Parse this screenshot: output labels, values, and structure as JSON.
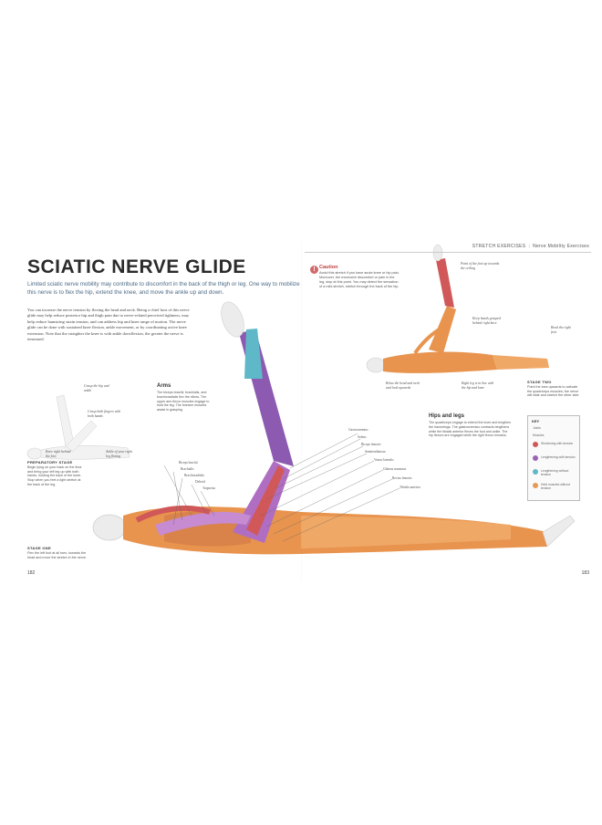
{
  "header": {
    "section": "STRETCH EXERCISES",
    "subsection": "Nerve Mobility Exercises"
  },
  "title": "SCIATIC NERVE GLIDE",
  "intro": "Limited sciatic nerve mobility may contribute to discomfort in the back of the thigh or leg. One way to mobilize this nerve is to flex the hip, extend the knee, and move the ankle up and down.",
  "body": "You can increase the nerve tension by flexing the head and neck. Being a chief host of this nerve glide may help reduce posterior hip and thigh pain due to nerve-related perceived tightness, may help reduce hamstring strain tension, and can address hip and knee range of motion. The nerve glide can be done with sustained knee flexion, ankle movement, or by coordinating active knee extension. Note that the straighter the knee is with ankle dorsiflexion, the greater the nerve is tensioned.",
  "caution": {
    "title": "Caution",
    "text": "Avoid this stretch if you have acute knee or hip pain. Moreover, the excessive discomfort or pain in the leg, stop at this point. You may detect the sensation of a mild stretch, stretch through the back of the hip."
  },
  "notes": {
    "top_right_1": "Point of the foot up towards the ceiling",
    "top_right_2": "Keep hands grasped behind right knee",
    "top_right_3": "Bend the right foot",
    "bottom_right_1": "Relax the head and neck and look upwards",
    "bottom_right_2": "Right leg is in line with the hip and knee",
    "left_1": "Grasp the hip and ankle",
    "left_2": "Grasp both fingers with both hands",
    "left_3": "Knee right behind the foot",
    "left_4": "Ankle of your right leg flexing"
  },
  "stage_two": {
    "title": "STAGE TWO",
    "text": "Point the toes upwards to activate the quadriceps muscles; the nerve will slide and stretch the other side."
  },
  "prep_stage": {
    "title": "PREPARATORY STAGE",
    "text": "Begin lying on your back on the floor and bring your left leg up with both hands, holding the back of the knee. Stop when you feel a light stretch at the back of the leg."
  },
  "stage_one": {
    "title": "STAGE ONE",
    "text": "Flex the left foot at all toes, towards the head and move the stretch in the nerve."
  },
  "arms": {
    "title": "Arms",
    "text": "The biceps brachii, brachialis, and brachioradialis flex the elbow. The upper arm flexor muscles engage to hold the leg. The forearm muscles assist in grasping."
  },
  "hips": {
    "title": "Hips and legs",
    "text": "The quadriceps engage to extend the knee and lengthen the hamstrings. The gastrocnemius contracts lengthens while the tibialis anterior flexes the foot and ankle. The hip flexors are engaged while the right femur remains."
  },
  "key": {
    "title": "KEY",
    "subtitle": "Joints",
    "muscles_label": "Muscles",
    "items": [
      {
        "label": "Shortening with tension",
        "color": "#d05858"
      },
      {
        "label": "Lengthening with tension",
        "color": "#9b63b8"
      },
      {
        "label": "Lengthening without tension",
        "color": "#5fb8c7"
      },
      {
        "label": "Held muscles without tension",
        "color": "#e59a56"
      }
    ]
  },
  "labels": {
    "l1": "Gastrocnemius",
    "l2": "Soleus",
    "l3": "Biceps femoris",
    "l4": "Semitendinosus",
    "l5": "Vastus lateralis",
    "l6": "Gluteus maximus",
    "l7": "Rectus femoris",
    "l8": "Tibialis anterior",
    "a1": "Biceps brachii",
    "a2": "Brachialis",
    "a3": "Brachioradialis",
    "a4": "Deltoid",
    "a5": "Trapezius"
  },
  "folio_left": "182",
  "folio_right": "183"
}
